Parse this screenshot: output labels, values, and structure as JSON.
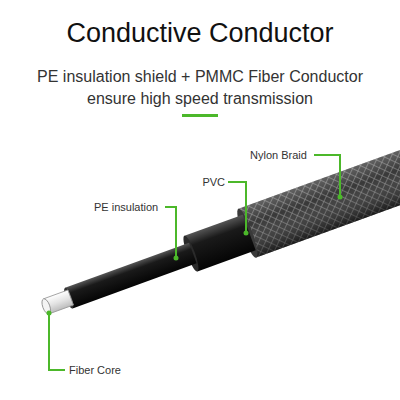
{
  "diagram": {
    "title": "Conductive Conductor",
    "labels": [
      "PE insulation shield + PMMC Fiber Conductor ensure high speed transmission",
      "Nylon Braid",
      "PVC",
      "PE insulation",
      "Fiber Core"
    ]
  }
}
